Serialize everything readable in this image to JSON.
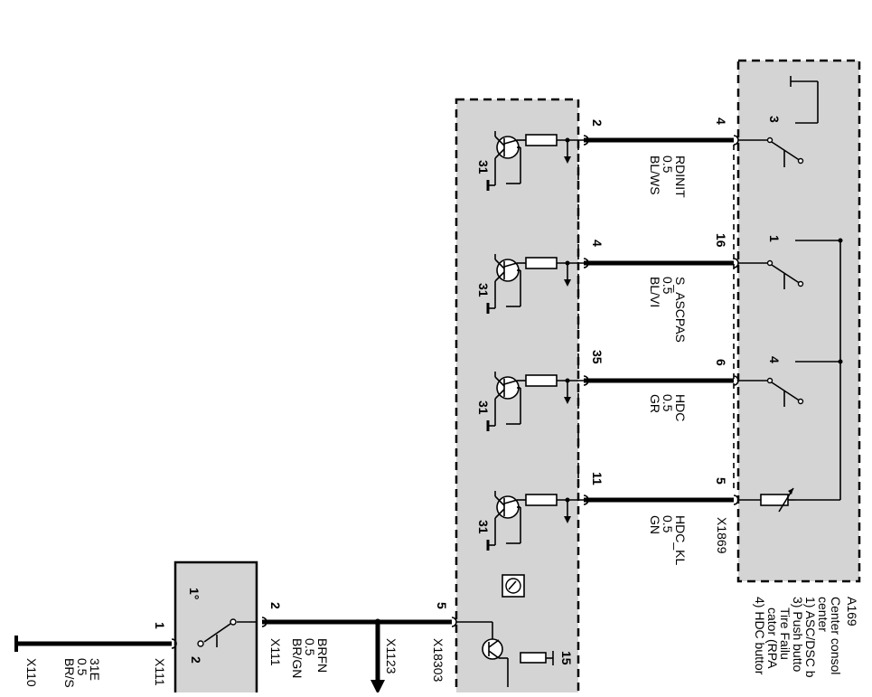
{
  "wires": [
    {
      "name": "RDINIT",
      "gauge": "0.5",
      "color": "BL/WS",
      "pin_left": "2",
      "pin_right": "4"
    },
    {
      "name": "S_ASCPAS",
      "gauge": "0.5",
      "color": "BL/VI",
      "pin_left": "4",
      "pin_right": "16"
    },
    {
      "name": "HDC",
      "gauge": "0.5",
      "color": "GR",
      "pin_left": "35",
      "pin_right": "6"
    },
    {
      "name": "HDC_KL",
      "gauge": "0.5",
      "color": "GN",
      "pin_left": "11",
      "pin_right": "5"
    }
  ],
  "switches": [
    {
      "label": "3"
    },
    {
      "label": "1"
    },
    {
      "label": "4"
    }
  ],
  "transistor_ground": "31",
  "connectors": {
    "x1869": "X1869",
    "x18303": "X18303",
    "x1123": "X1123",
    "x111_top": "X111",
    "x111_bottom": "X111",
    "x110": "X110"
  },
  "lower_pins": {
    "p5": "5",
    "p2": "2",
    "p1": "1",
    "p2b": "2",
    "p15": "15"
  },
  "relay_label": "1°",
  "wire_brfn": {
    "name": "BRFN",
    "gauge": "0.5",
    "color": "BR/GN"
  },
  "wire_31e": {
    "name": "31E",
    "gauge": "0.5",
    "color": "BR/S"
  },
  "component": {
    "id": "A169",
    "lines": [
      "Center consol",
      "center",
      "1) ASC/DSC b",
      "3) Push butto",
      "Tire Failu",
      "cator (RPA",
      "4) HDC buttor"
    ]
  }
}
